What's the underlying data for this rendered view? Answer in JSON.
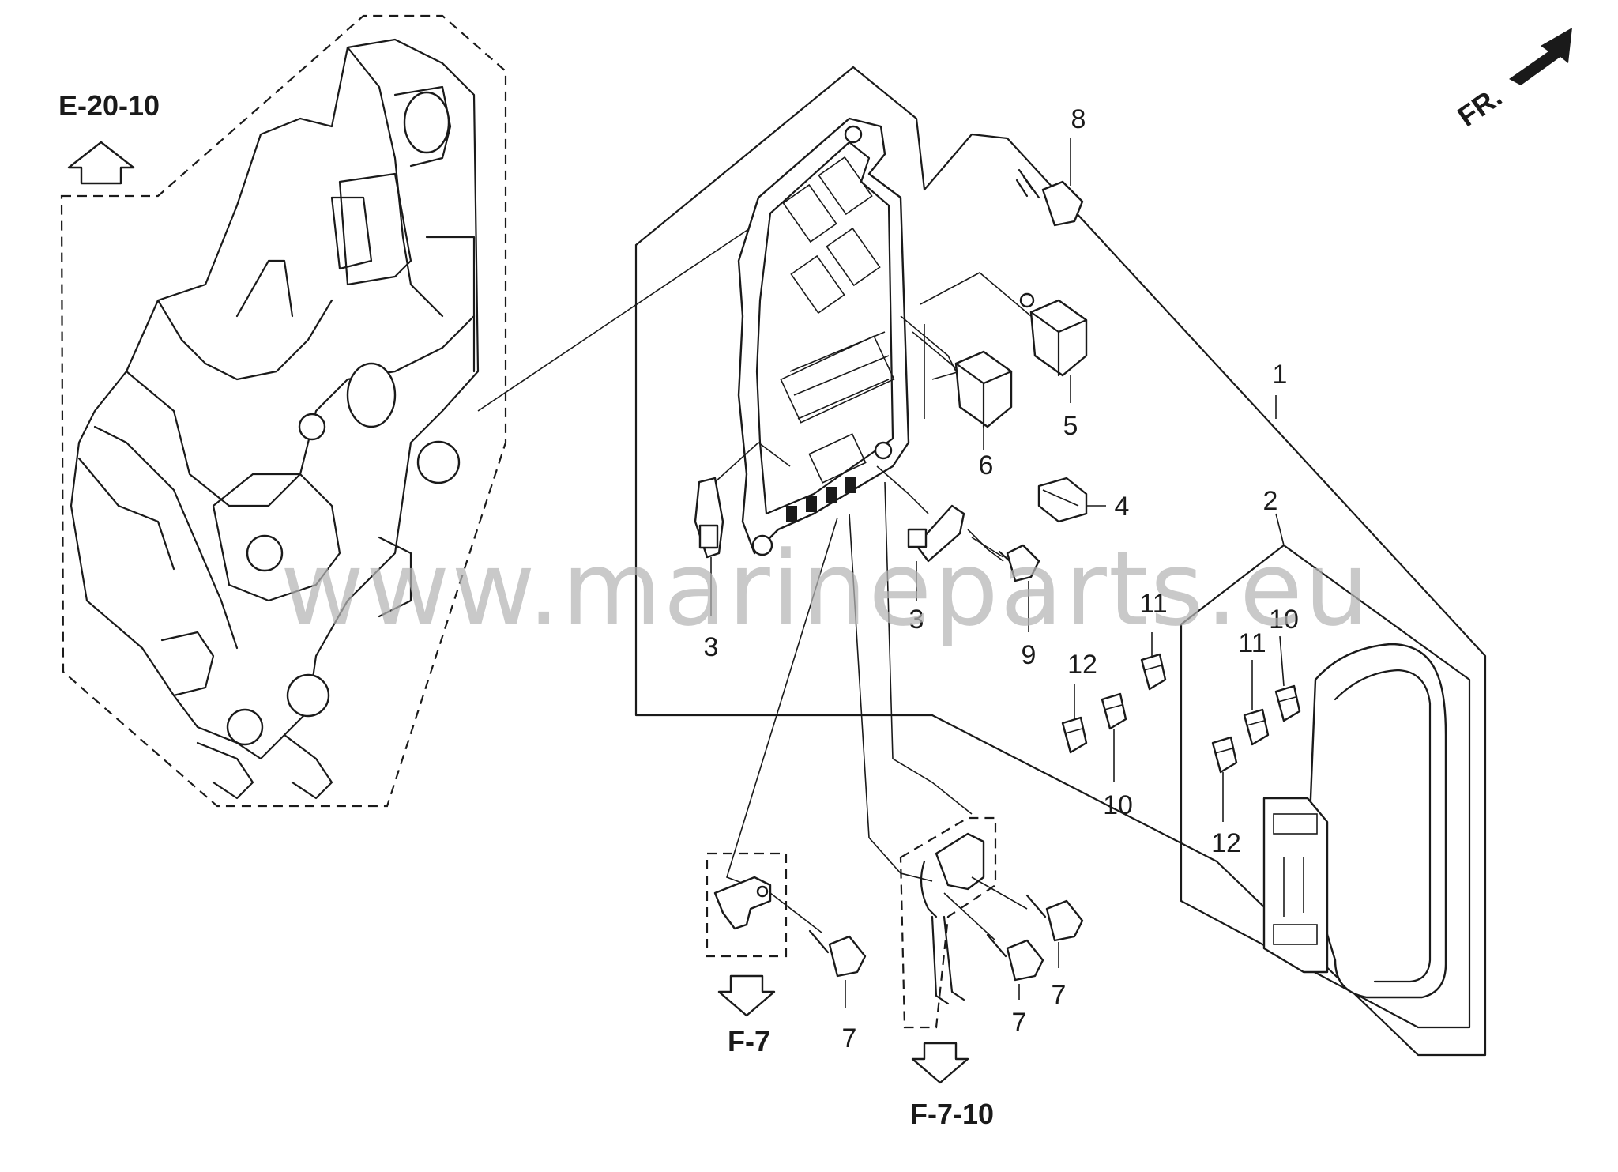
{
  "references": {
    "top_left": "E-20-10",
    "bottom_a": "F-7",
    "bottom_b": "F-7-10",
    "front": "FR."
  },
  "callouts": {
    "c1": "1",
    "c2": "2",
    "c3a": "3",
    "c3b": "3",
    "c4": "4",
    "c5": "5",
    "c6": "6",
    "c7a": "7",
    "c7b": "7",
    "c7c": "7",
    "c8": "8",
    "c9": "9",
    "c10a": "10",
    "c10b": "10",
    "c11a": "11",
    "c11b": "11",
    "c12a": "12",
    "c12b": "12"
  },
  "watermark": "www.marineparts.eu"
}
